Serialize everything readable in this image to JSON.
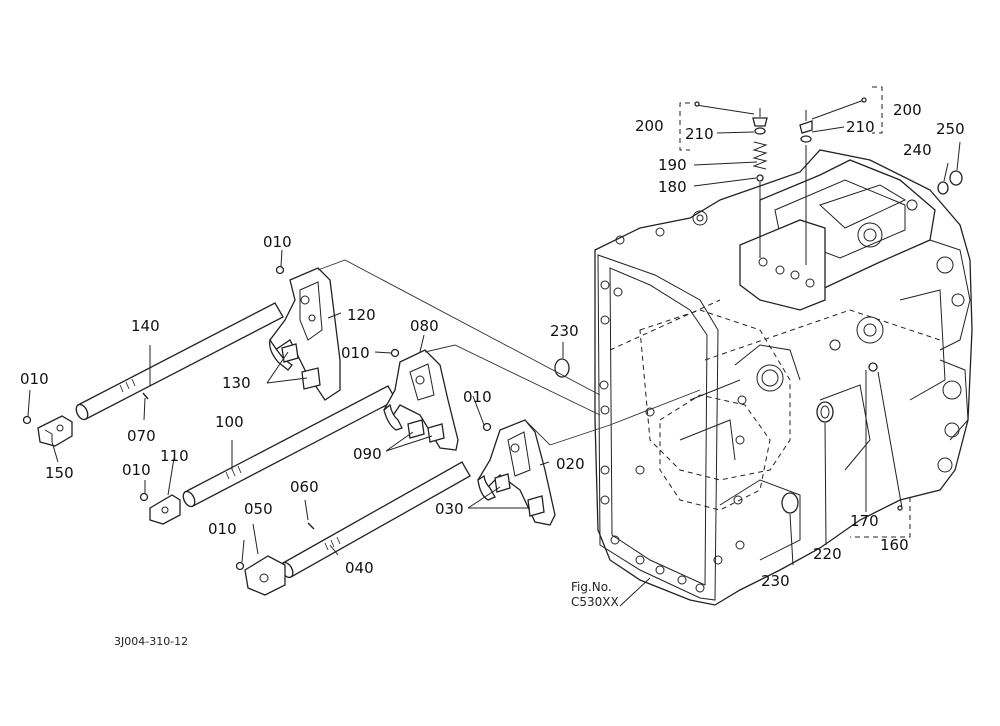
{
  "diagram": {
    "labels": {
      "l010a": "010",
      "l010b": "010",
      "l010c": "010",
      "l010d": "010",
      "l010e": "010",
      "l010f": "010",
      "l020": "020",
      "l030": "030",
      "l040": "040",
      "l050": "050",
      "l060": "060",
      "l070": "070",
      "l080": "080",
      "l090": "090",
      "l100": "100",
      "l110": "110",
      "l120": "120",
      "l130": "130",
      "l140": "140",
      "l150": "150",
      "l160": "160",
      "l170": "170",
      "l180": "180",
      "l190": "190",
      "l200a": "200",
      "l200b": "200",
      "l210a": "210",
      "l210b": "210",
      "l220": "220",
      "l230a": "230",
      "l230b": "230",
      "l240": "240",
      "l250": "250"
    },
    "fig_ref_line1": "Fig.No.",
    "fig_ref_line2": "C530XX",
    "drawing_code": "3J004-310-12"
  }
}
